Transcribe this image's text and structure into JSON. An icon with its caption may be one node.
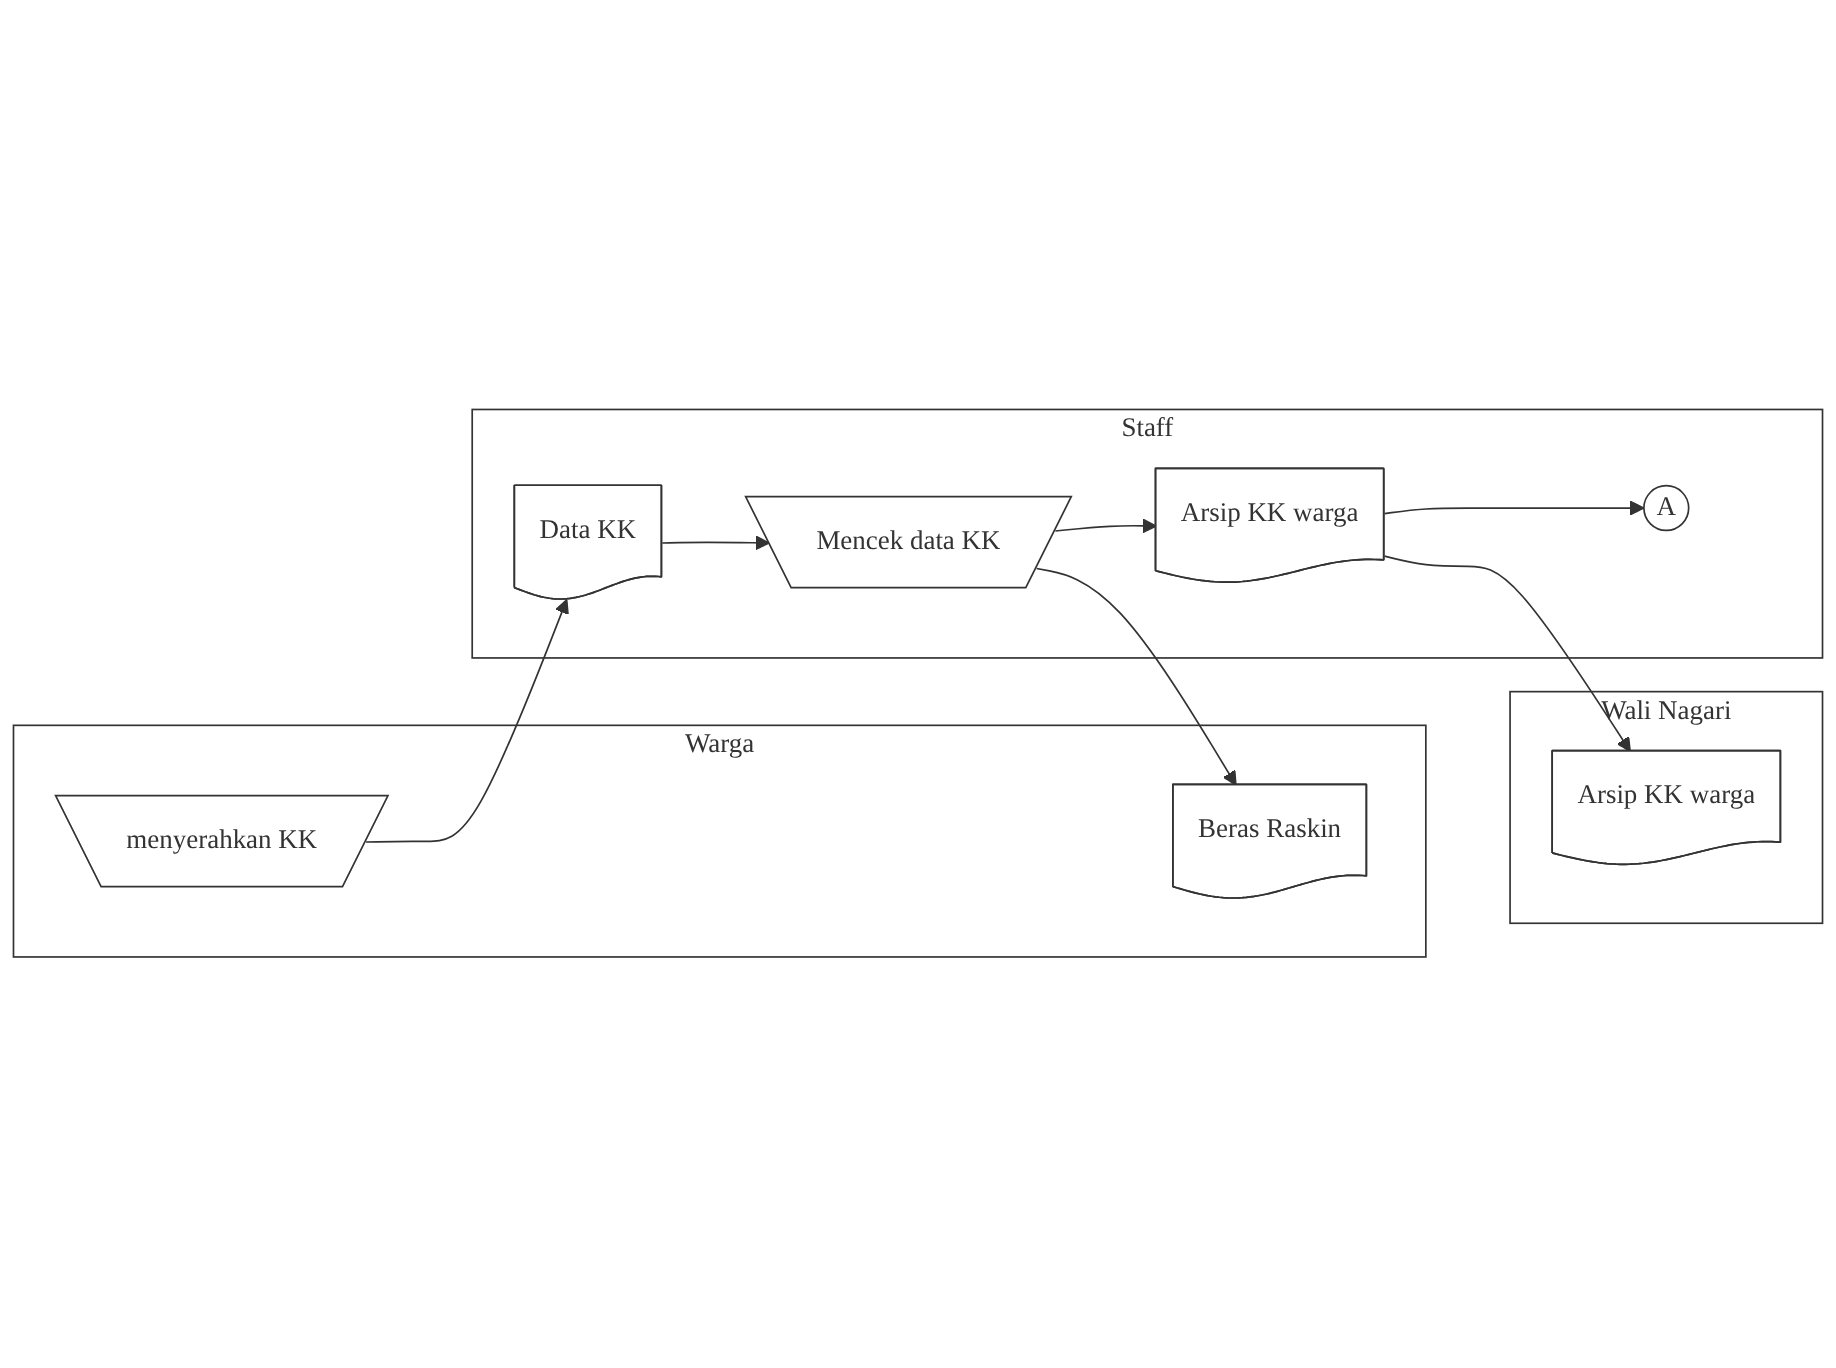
{
  "diagram": {
    "nodes": [
      {
        "text": [
          "Warga"
        ]
      },
      {
        "text": [
          "Staff"
        ]
      },
      {
        "text": [
          "Wali Nagari"
        ]
      },
      {
        "text": [
          "menyerahkan KK"
        ],
        "in": 0
      },
      {
        "text": [
          "Data KK"
        ],
        "in": 1
      },
      {
        "text": [
          "Mencek data KK"
        ],
        "in": 1
      },
      {
        "text": [
          "Beras Raskin"
        ],
        "in": 0
      },
      {
        "text": [
          "Arsip KK warga"
        ],
        "in": 1
      },
      {
        "text": [
          "Arsip KK warga"
        ],
        "in": 2
      },
      {
        "text": [
          "A"
        ],
        "in": 1
      }
    ],
    "edges": [
      {
        "from": 3,
        "to": 4,
        "arrow": "to"
      },
      {
        "from": 4,
        "to": 5,
        "arrow": "to"
      },
      {
        "from": 5,
        "to": 6,
        "arrow": "to"
      },
      {
        "from": 5,
        "to": 7,
        "arrow": "to"
      },
      {
        "from": 7,
        "to": 8,
        "arrow": "to"
      },
      {
        "from": 7,
        "to": 9,
        "arrow": "to"
      }
    ]
  }
}
